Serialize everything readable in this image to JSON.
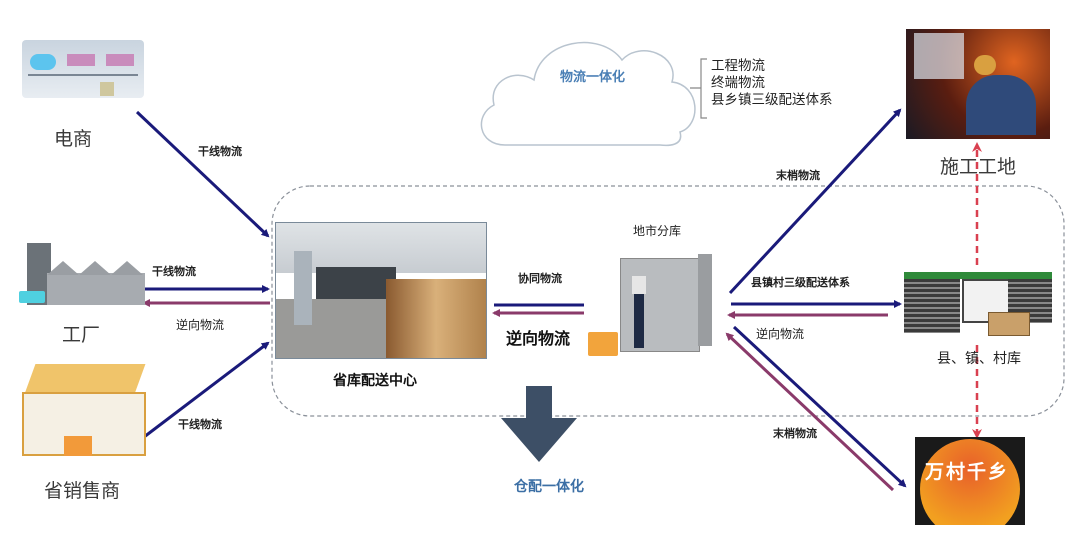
{
  "nodes": {
    "ecommerce": {
      "label": "电商",
      "icon": "ecommerce-network-icon"
    },
    "factory": {
      "label": "工厂",
      "icon": "factory-icon"
    },
    "provincial_seller": {
      "label": "省销售商",
      "icon": "store-building-icon"
    },
    "provincial_center": {
      "label": "省库配送中心",
      "icon": "warehouse-photo"
    },
    "city_warehouse": {
      "label": "地市分库",
      "icon": "parcel-locker-icon"
    },
    "construction_site": {
      "label": "施工工地",
      "icon": "construction-worker-photo"
    },
    "county_warehouse": {
      "label": "县、镇、村库",
      "icon": "garage-warehouse-icon"
    },
    "village_logo": {
      "label": "万村千乡",
      "icon": "sunburst-logo"
    }
  },
  "cloud": {
    "title": "物流一体化",
    "items": [
      "工程物流",
      "终端物流",
      "县乡镇三级配送体系"
    ]
  },
  "arrows": {
    "ecommerce_trunk": "干线物流",
    "factory_trunk": "干线物流",
    "factory_reverse": "逆向物流",
    "seller_trunk": "干线物流",
    "collaborative": "协同物流",
    "center_reverse": "逆向物流",
    "last_mile_top": "末梢物流",
    "three_level": "县镇村三级配送体系",
    "county_reverse": "逆向物流",
    "last_mile_bottom": "末梢物流"
  },
  "integration": {
    "label": "仓配一体化"
  },
  "colors": {
    "forward": "#1a1a7a",
    "reverse": "#8a3a6a",
    "dashed_link": "#d94050",
    "down_arrow": "#3d4f66",
    "boundary": "#8a9099"
  }
}
